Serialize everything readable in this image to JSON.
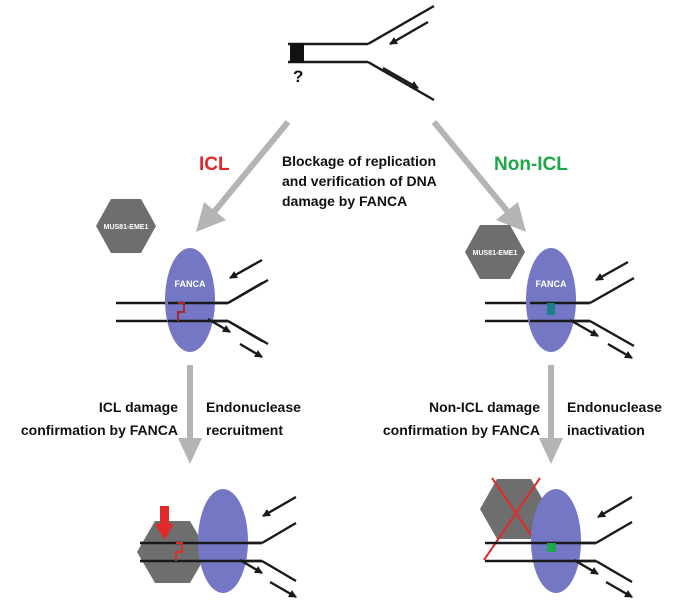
{
  "top_fork": {
    "question_mark": "?"
  },
  "branches": {
    "left_label": "ICL",
    "right_label": "Non-ICL",
    "center_caption": [
      "Blockage of replication",
      "and verification of DNA",
      "damage by FANCA"
    ]
  },
  "proteins": {
    "endonuclease": "MUS81-EME1",
    "fanca": "FANCA"
  },
  "left_step": {
    "left_caption": [
      "ICL damage",
      "confirmation by FANCA"
    ],
    "right_caption": [
      "Endonuclease",
      "recruitment"
    ]
  },
  "right_step": {
    "left_caption": [
      "Non-ICL damage",
      "confirmation by FANCA"
    ],
    "right_caption": [
      "Endonuclease",
      "inactivation"
    ]
  },
  "colors": {
    "icl_red": "#e02a2a",
    "non_icl_green": "#1fa64b",
    "fanca_blue": "#7478c4",
    "hexagon_gray": "#6e6e6e",
    "arrow_gray": "#b4b4b4",
    "lesion_teal": "#1e7f8c"
  }
}
